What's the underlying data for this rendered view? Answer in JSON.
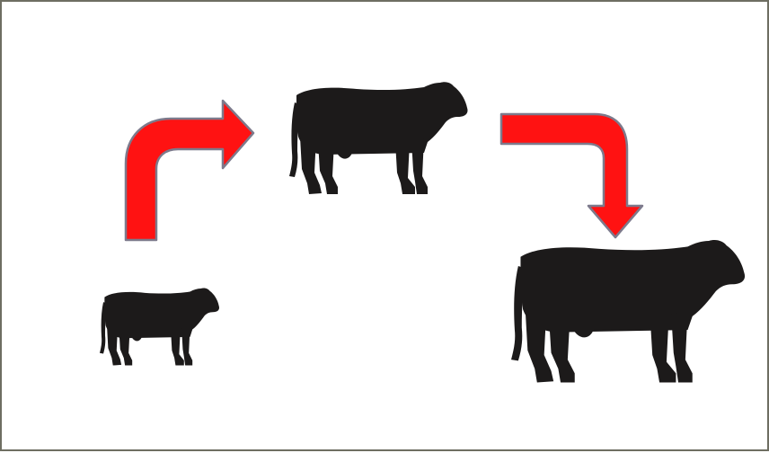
{
  "colors": {
    "silhouette": "#1c1a1a",
    "arrow_fill": "#ff1212",
    "arrow_stroke": "#7d7a8c",
    "frame_border": "#6e6e62",
    "background": "#ffffff"
  },
  "stages": [
    {
      "name": "calf",
      "icon": "calf-silhouette-icon"
    },
    {
      "name": "young-cow",
      "icon": "young-cow-silhouette-icon"
    },
    {
      "name": "adult-cow",
      "icon": "adult-cow-silhouette-icon"
    }
  ],
  "arrows": [
    {
      "icon": "curved-arrow-up-right-icon",
      "from": "calf",
      "to": "young-cow"
    },
    {
      "icon": "curved-arrow-right-down-icon",
      "from": "young-cow",
      "to": "adult-cow"
    }
  ]
}
